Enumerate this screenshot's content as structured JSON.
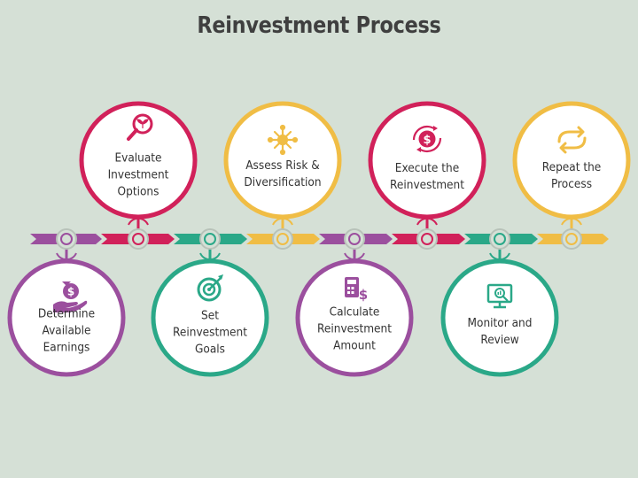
{
  "title": "Reinvestment Process",
  "colors": {
    "background": "#d5e0d6",
    "purple": "#9b4f9e",
    "crimson": "#d1215a",
    "teal": "#2aa888",
    "gold": "#f0bd45"
  },
  "steps": [
    {
      "label": "Determine\nAvailable\nEarnings",
      "color": "purple",
      "icon": "money-bag-hand-icon"
    },
    {
      "label": "Evaluate\nInvestment\nOptions",
      "color": "crimson",
      "icon": "magnifier-plant-icon"
    },
    {
      "label": "Set\nReinvestment\nGoals",
      "color": "teal",
      "icon": "target-arrow-icon"
    },
    {
      "label": "Assess Risk &\nDiversification",
      "color": "gold",
      "icon": "network-burst-icon"
    },
    {
      "label": "Calculate\nReinvestment\nAmount",
      "color": "purple",
      "icon": "calculator-dollar-icon"
    },
    {
      "label": "Execute the\nReinvestment",
      "color": "crimson",
      "icon": "dollar-cycle-icon"
    },
    {
      "label": "Monitor and\nReview",
      "color": "teal",
      "icon": "monitor-chart-icon"
    },
    {
      "label": "Repeat the\nProcess",
      "color": "gold",
      "icon": "repeat-arrows-icon"
    }
  ]
}
